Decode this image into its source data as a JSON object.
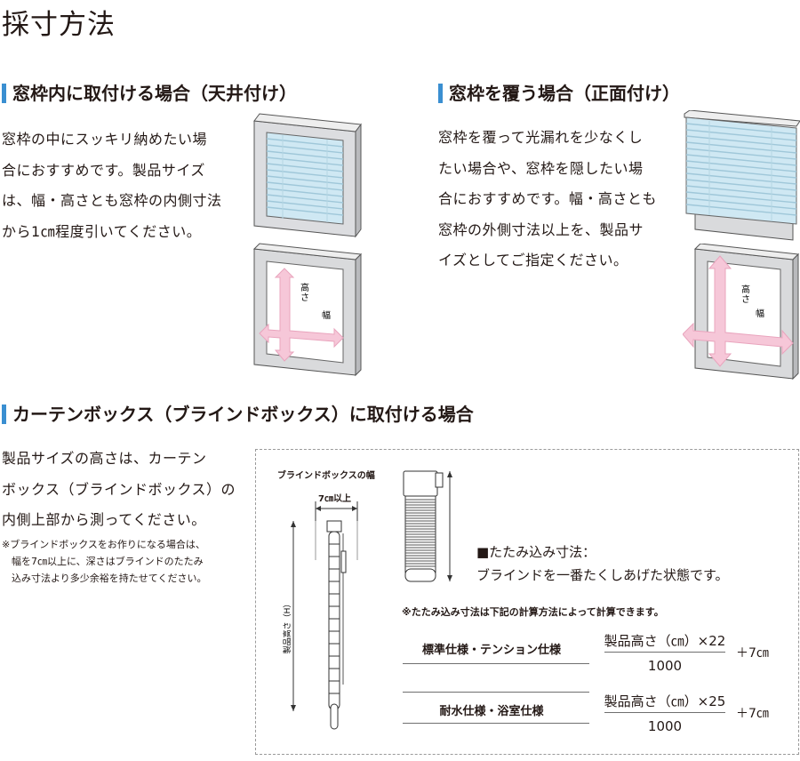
{
  "page": {
    "title": "採寸方法"
  },
  "sections": {
    "inside": {
      "heading": "窓枠内に取付ける場合（天井付け）",
      "lines": [
        "窓枠の中にスッキリ納めたい場",
        "合におすすめです。製品サイズ",
        "は、幅・高さとも窓枠の内側寸法",
        "から1㎝程度引いてください。"
      ],
      "label_height": "高さ",
      "label_width": "幅"
    },
    "outside": {
      "heading": "窓枠を覆う場合（正面付け）",
      "lines": [
        "窓枠を覆って光漏れを少なくし",
        "たい場合や、窓枠を隠したい場",
        "合におすすめです。幅・高さとも",
        "窓枠の外側寸法以上を、製品サ",
        "イズとしてご指定ください。"
      ],
      "label_height": "高さ",
      "label_width": "幅"
    },
    "box": {
      "heading": "カーテンボックス（ブラインドボックス）に取付ける場合",
      "lines": [
        "製品サイズの高さは、カーテン",
        "ボックス（ブラインドボックス）の",
        "内側上部から測ってください。"
      ],
      "note_lines": [
        "※ブラインドボックスをお作りになる場合は、",
        "幅を7㎝以上に、深さはブラインドのたたみ",
        "込み寸法より多少余裕を持たせてください。"
      ]
    }
  },
  "diagram": {
    "box_width_label": "ブラインドボックスの幅",
    "min_width_label": "7㎝以上",
    "height_label": "製品高さ（H）",
    "stack_title": "■たたみ込み寸法：",
    "stack_desc": "ブラインドを一番たくしあげた状態です。",
    "calc_note": "※たたみ込み寸法は下記の計算方法によって計算できます。",
    "formulas": [
      {
        "label": "標準仕様・テンション仕様",
        "numerator": "製品高さ（㎝）×22",
        "denominator": "1000",
        "plus": "＋7㎝"
      },
      {
        "label": "耐水仕様・浴室仕様",
        "numerator": "製品高さ（㎝）×25",
        "denominator": "1000",
        "plus": "＋7㎝"
      }
    ]
  }
}
